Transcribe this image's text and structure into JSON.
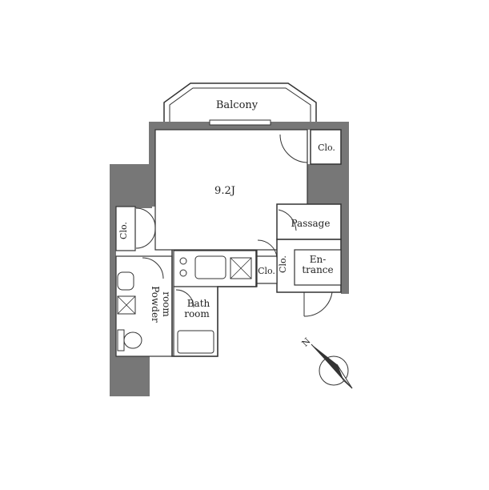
{
  "rooms": {
    "balcony": "Balcony",
    "main": "9.2J",
    "clo_top": "Clo.",
    "passage": "Passage",
    "entrance_1": "En-",
    "entrance_2": "trance",
    "clo_entrance": "Clo.",
    "clo_small": "Clo.",
    "clo_left": "Clo.",
    "powder_1": "Powder",
    "powder_2": "room",
    "bath_1": "Bath",
    "bath_2": "room"
  },
  "compass": {
    "label": "N"
  },
  "colors": {
    "wall": "#777777",
    "line": "#333333",
    "fill": "#ffffff"
  }
}
